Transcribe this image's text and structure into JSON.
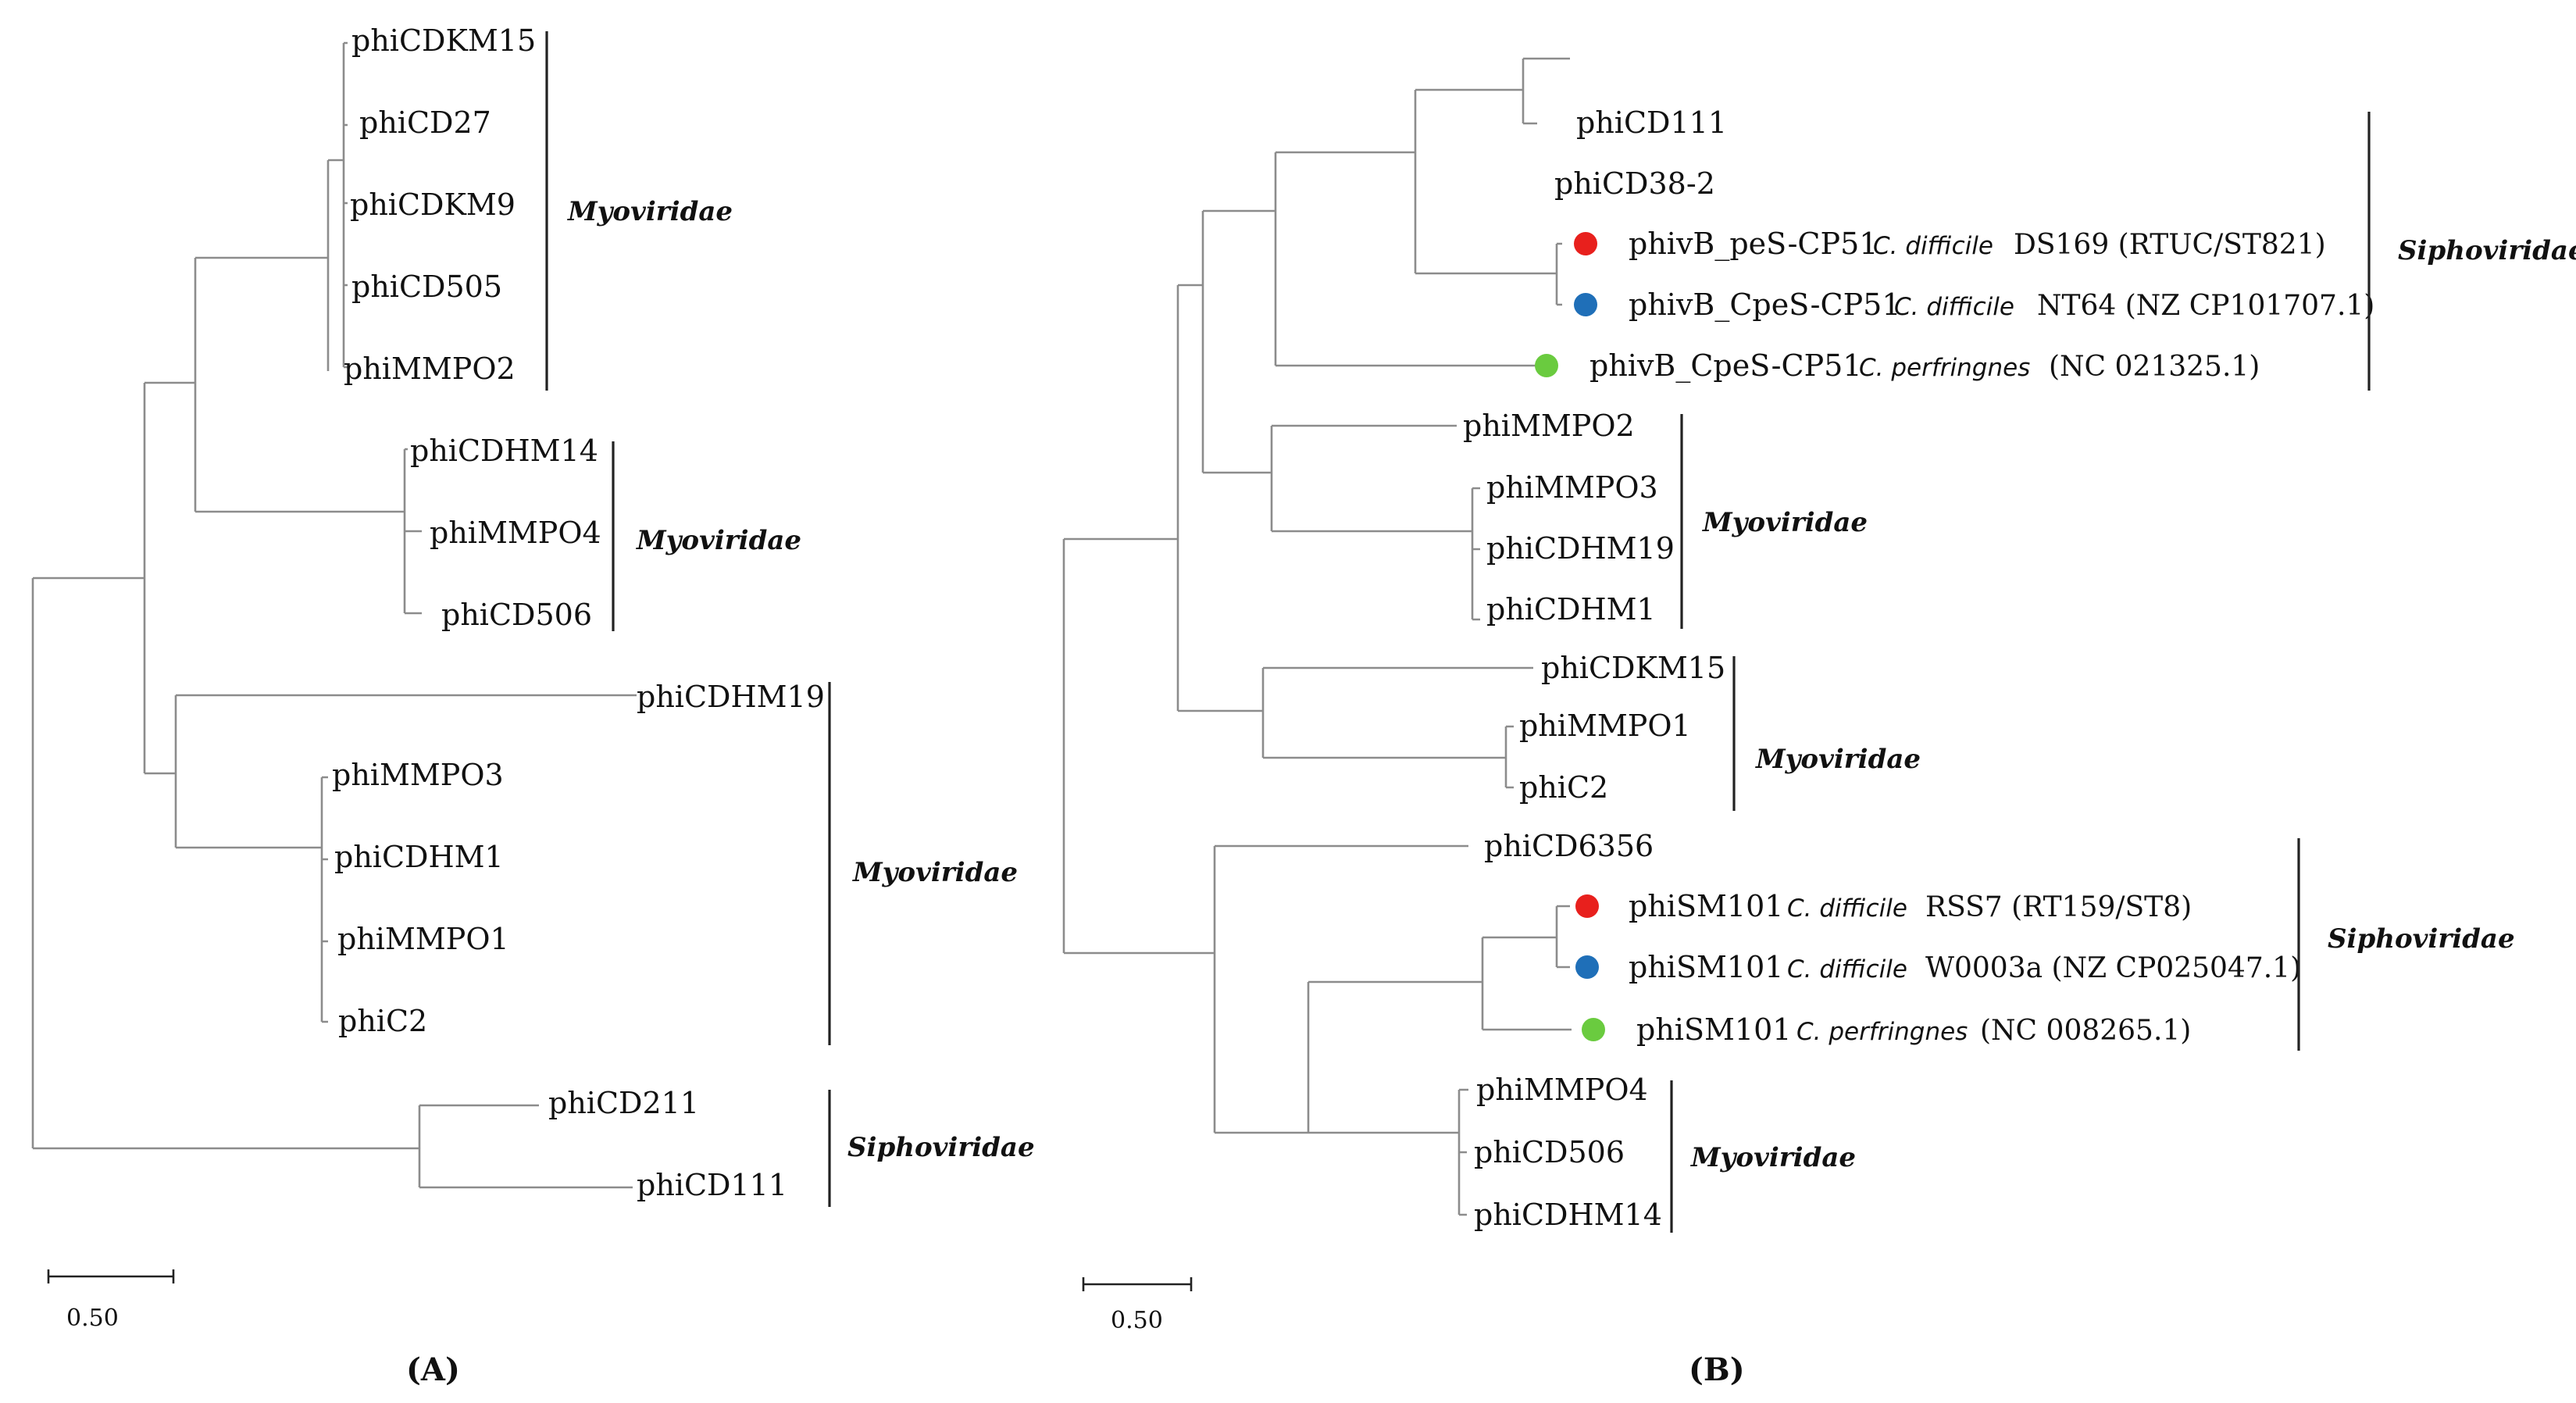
{
  "panel_a": {
    "label": "(A)",
    "scale": "0.50",
    "leaves": [
      "phiCDKM15",
      "phiCD27",
      "phiCDKM9",
      "phiCD505",
      "phiMMPO2",
      "phiCDHM14",
      "phiMMPO4",
      "phiCD506",
      "phiCDHM19",
      "phiMMPO3",
      "phiCDHM1",
      "phiMMPO1",
      "phiC2",
      "phiCD211",
      "phiCD111"
    ],
    "families": [
      "Myoviridae",
      "Myoviridae",
      "Myoviridae",
      "Siphoviridae"
    ]
  },
  "panel_b": {
    "label": "(B)",
    "scale": "0.50",
    "leaves": [
      {
        "name": "phiCD111"
      },
      {
        "name": "phiCD38-2"
      },
      {
        "name": "phivB_peS-CP51",
        "host": "C. difficile",
        "strain": "DS169 (RTUC/ST821)",
        "dot": "red"
      },
      {
        "name": "phivB_CpeS-CP51",
        "host": "C. difficile",
        "strain": "NT64 (NZ CP101707.1)",
        "dot": "blue"
      },
      {
        "name": "phivB_CpeS-CP51",
        "host": "C. perfringnes",
        "strain": "(NC 021325.1)",
        "dot": "green"
      },
      {
        "name": "phiMMPO2"
      },
      {
        "name": "phiMMPO3"
      },
      {
        "name": "phiCDHM19"
      },
      {
        "name": "phiCDHM1"
      },
      {
        "name": "phiCDKM15"
      },
      {
        "name": "phiMMPO1"
      },
      {
        "name": "phiC2"
      },
      {
        "name": "phiCD6356"
      },
      {
        "name": "phiSM101",
        "host": "C. difficile",
        "strain": "RSS7 (RT159/ST8)",
        "dot": "red"
      },
      {
        "name": "phiSM101",
        "host": "C. difficile",
        "strain": "W0003a (NZ CP025047.1)",
        "dot": "blue"
      },
      {
        "name": "phiSM101",
        "host": "C. perfringnes",
        "strain": "(NC 008265.1)",
        "dot": "green"
      },
      {
        "name": "phiMMPO4"
      },
      {
        "name": "phiCD506"
      },
      {
        "name": "phiCDHM14"
      }
    ],
    "families": [
      "Siphoviridae",
      "Myoviridae",
      "Myoviridae",
      "Siphoviridae",
      "Myoviridae"
    ]
  },
  "colors": {
    "red": "#e8201d",
    "blue": "#1f6fb8",
    "green": "#6acb3f",
    "branch": "#8c8c8c"
  }
}
